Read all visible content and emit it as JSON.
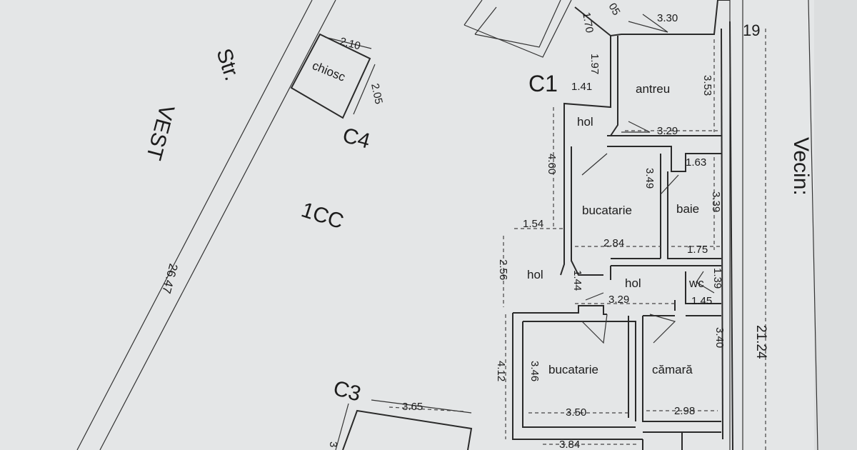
{
  "street": {
    "prefix": "Str.",
    "name": "VEST",
    "length": "26.47"
  },
  "neighbor": {
    "label": "Vecin:",
    "length": "21.24",
    "corner": "19"
  },
  "lot_label": "1CC",
  "buildings": {
    "c1": "C1",
    "c3": "C3",
    "c4": "C4"
  },
  "kiosk": {
    "name": "chiosc",
    "width": "2.10",
    "depth": "2.05"
  },
  "rooms": {
    "antreu": "antreu",
    "hol1": "hol",
    "bucatarie1": "bucatarie",
    "baie": "baie",
    "hol2": "hol",
    "hol3": "hol",
    "wc": "wc",
    "bucatarie2": "bucatarie",
    "camara": "cămară"
  },
  "dimensions": {
    "d_05": "05",
    "d_330": "3.30",
    "d_170": "1.70",
    "d_197": "1.97",
    "d_141": "1.41",
    "d_353": "3.53",
    "d_329a": "3.29",
    "d_460": "4.60",
    "d_349": "3.49",
    "d_163": "1.63",
    "d_339": "3.39",
    "d_154": "1.54",
    "d_284": "2.84",
    "d_175": "1.75",
    "d_256": "2.56",
    "d_144": "1.44",
    "d_329b": "3.29",
    "d_139": "1.39",
    "d_145": "1.45",
    "d_340": "3.40",
    "d_412": "4.12",
    "d_346": "3.46",
    "d_350": "3.50",
    "d_298": "2.98",
    "d_384": "3.84",
    "d_365": "3.65",
    "d_3": "3"
  },
  "colors": {
    "paper": "#e4e6e7",
    "ink": "#1c1c1c"
  }
}
